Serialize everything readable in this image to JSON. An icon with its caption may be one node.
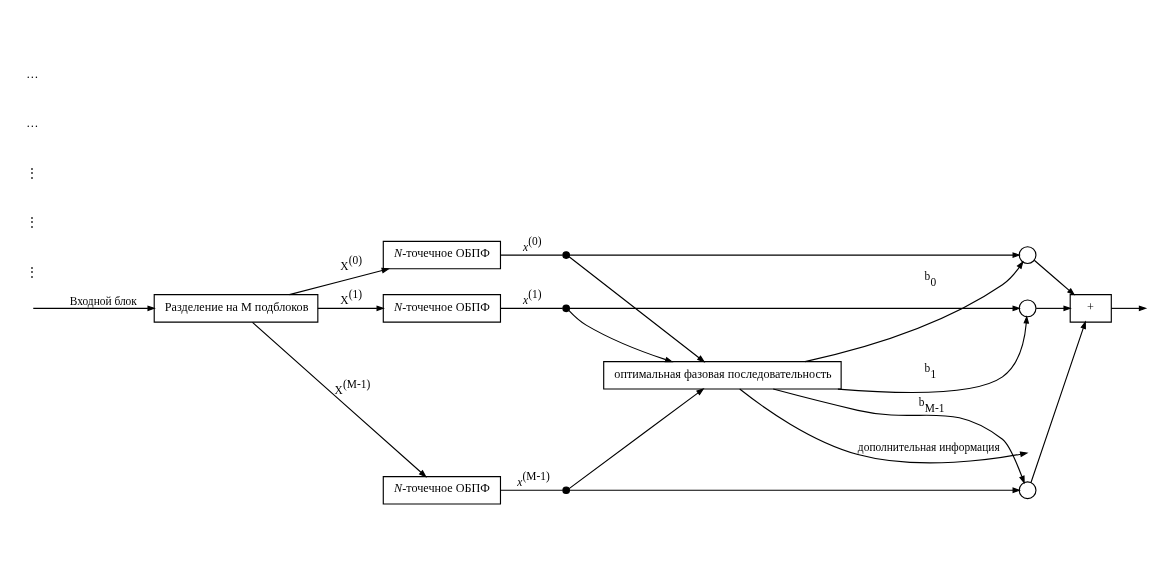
{
  "diagram": {
    "nodes": [
      {
        "text": [
          "Разделение на M подблоков"
        ]
      },
      {
        "text": [
          "*N*-точечное ОБПФ"
        ]
      },
      {
        "text": [
          "*N*-точечное ОБПФ"
        ]
      },
      {
        "text": [
          "*N*-точечное ОБПФ"
        ]
      },
      {
        "text": [],
        "shape": "dot",
        "beside": [
          "*x*$^{(0)}$"
        ]
      },
      {
        "text": [],
        "shape": "dot",
        "beside": [
          "*x*$^{(1)}$"
        ]
      },
      {
        "text": [],
        "shape": "dot",
        "beside": [
          "*x*$^{(M-1)}$"
        ]
      },
      {
        "text": [],
        "shape": "circle"
      },
      {
        "text": [],
        "shape": "circle"
      },
      {
        "text": [],
        "shape": "circle"
      },
      {
        "text": [
          "+"
        ]
      },
      {
        "text": [
          "оптимальная фазовая последовательность"
        ]
      }
    ],
    "edges": [
      {
        "from": null,
        "to": 0,
        "arrow": "to",
        "label": "Входной блок"
      },
      {
        "from": 0,
        "to": 1,
        "arrow": "to",
        "label": "X$^{(0)}$"
      },
      {
        "from": 0,
        "to": 2,
        "arrow": "to",
        "label": "X$^{(1)}$"
      },
      {
        "from": 0,
        "to": 3,
        "arrow": "to",
        "label": "X$^{(M-1)}$"
      },
      {
        "from": 1,
        "to": 4,
        "arrow": "none"
      },
      {
        "from": 2,
        "to": 5,
        "arrow": "none"
      },
      {
        "from": 3,
        "to": 6,
        "arrow": "none"
      },
      {
        "from": 4,
        "to": 7,
        "arrow": "to"
      },
      {
        "from": 5,
        "to": 8,
        "arrow": "to"
      },
      {
        "from": 6,
        "to": 9,
        "arrow": "to"
      },
      {
        "from": 7,
        "to": 10,
        "arrow": "to"
      },
      {
        "from": 8,
        "to": 10,
        "arrow": "to"
      },
      {
        "from": 9,
        "to": 10,
        "arrow": "to"
      },
      {
        "from": 10,
        "to": null,
        "arrow": "to"
      },
      {
        "from": 4,
        "to": 11,
        "arrow": "to"
      },
      {
        "from": 5,
        "to": 11,
        "arrow": "to"
      },
      {
        "from": 6,
        "to": 11,
        "arrow": "to"
      },
      {
        "from": 11,
        "to": 7,
        "arrow": "to",
        "label": "b$_{0}$"
      },
      {
        "from": 11,
        "to": 8,
        "arrow": "to",
        "label": "b$_{1}$"
      },
      {
        "from": 11,
        "to": 9,
        "arrow": "to",
        "label": "b$_{M-1}$"
      },
      {
        "from": 11,
        "to": null,
        "arrow": "to",
        "label": "дополнительная информация"
      }
    ],
    "labels": [
      "⋮",
      "⋮",
      "⋮",
      "…",
      "…"
    ]
  }
}
